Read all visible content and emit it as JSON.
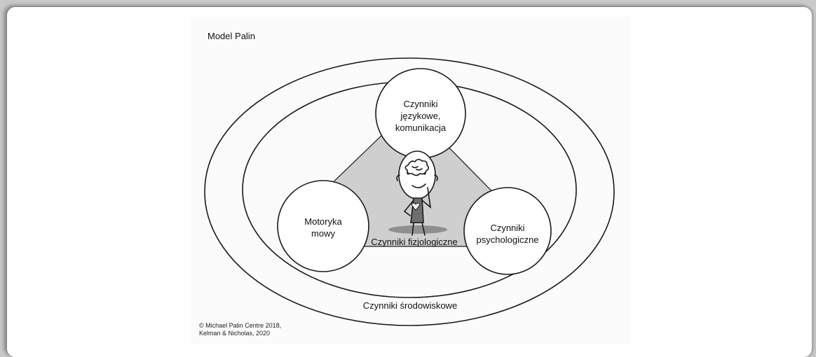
{
  "diagram": {
    "title": "Model Palin",
    "nodes": {
      "language": [
        "Czynniki",
        "językowe,",
        "komunikacja"
      ],
      "motor": [
        "Motoryka",
        "mowy"
      ],
      "psych": [
        "Czynniki",
        "psychologiczne"
      ]
    },
    "center_label": "Czynniki fizjologiczne",
    "environment_label": "Czynniki środowiskowe",
    "credit": [
      "© Michael Palin Centre 2018,",
      "Kelman & Nicholas, 2020"
    ]
  },
  "colors": {
    "triangle_fill": "#cfcfcf",
    "stroke": "#1a1a1a",
    "background": "#ffffff"
  }
}
